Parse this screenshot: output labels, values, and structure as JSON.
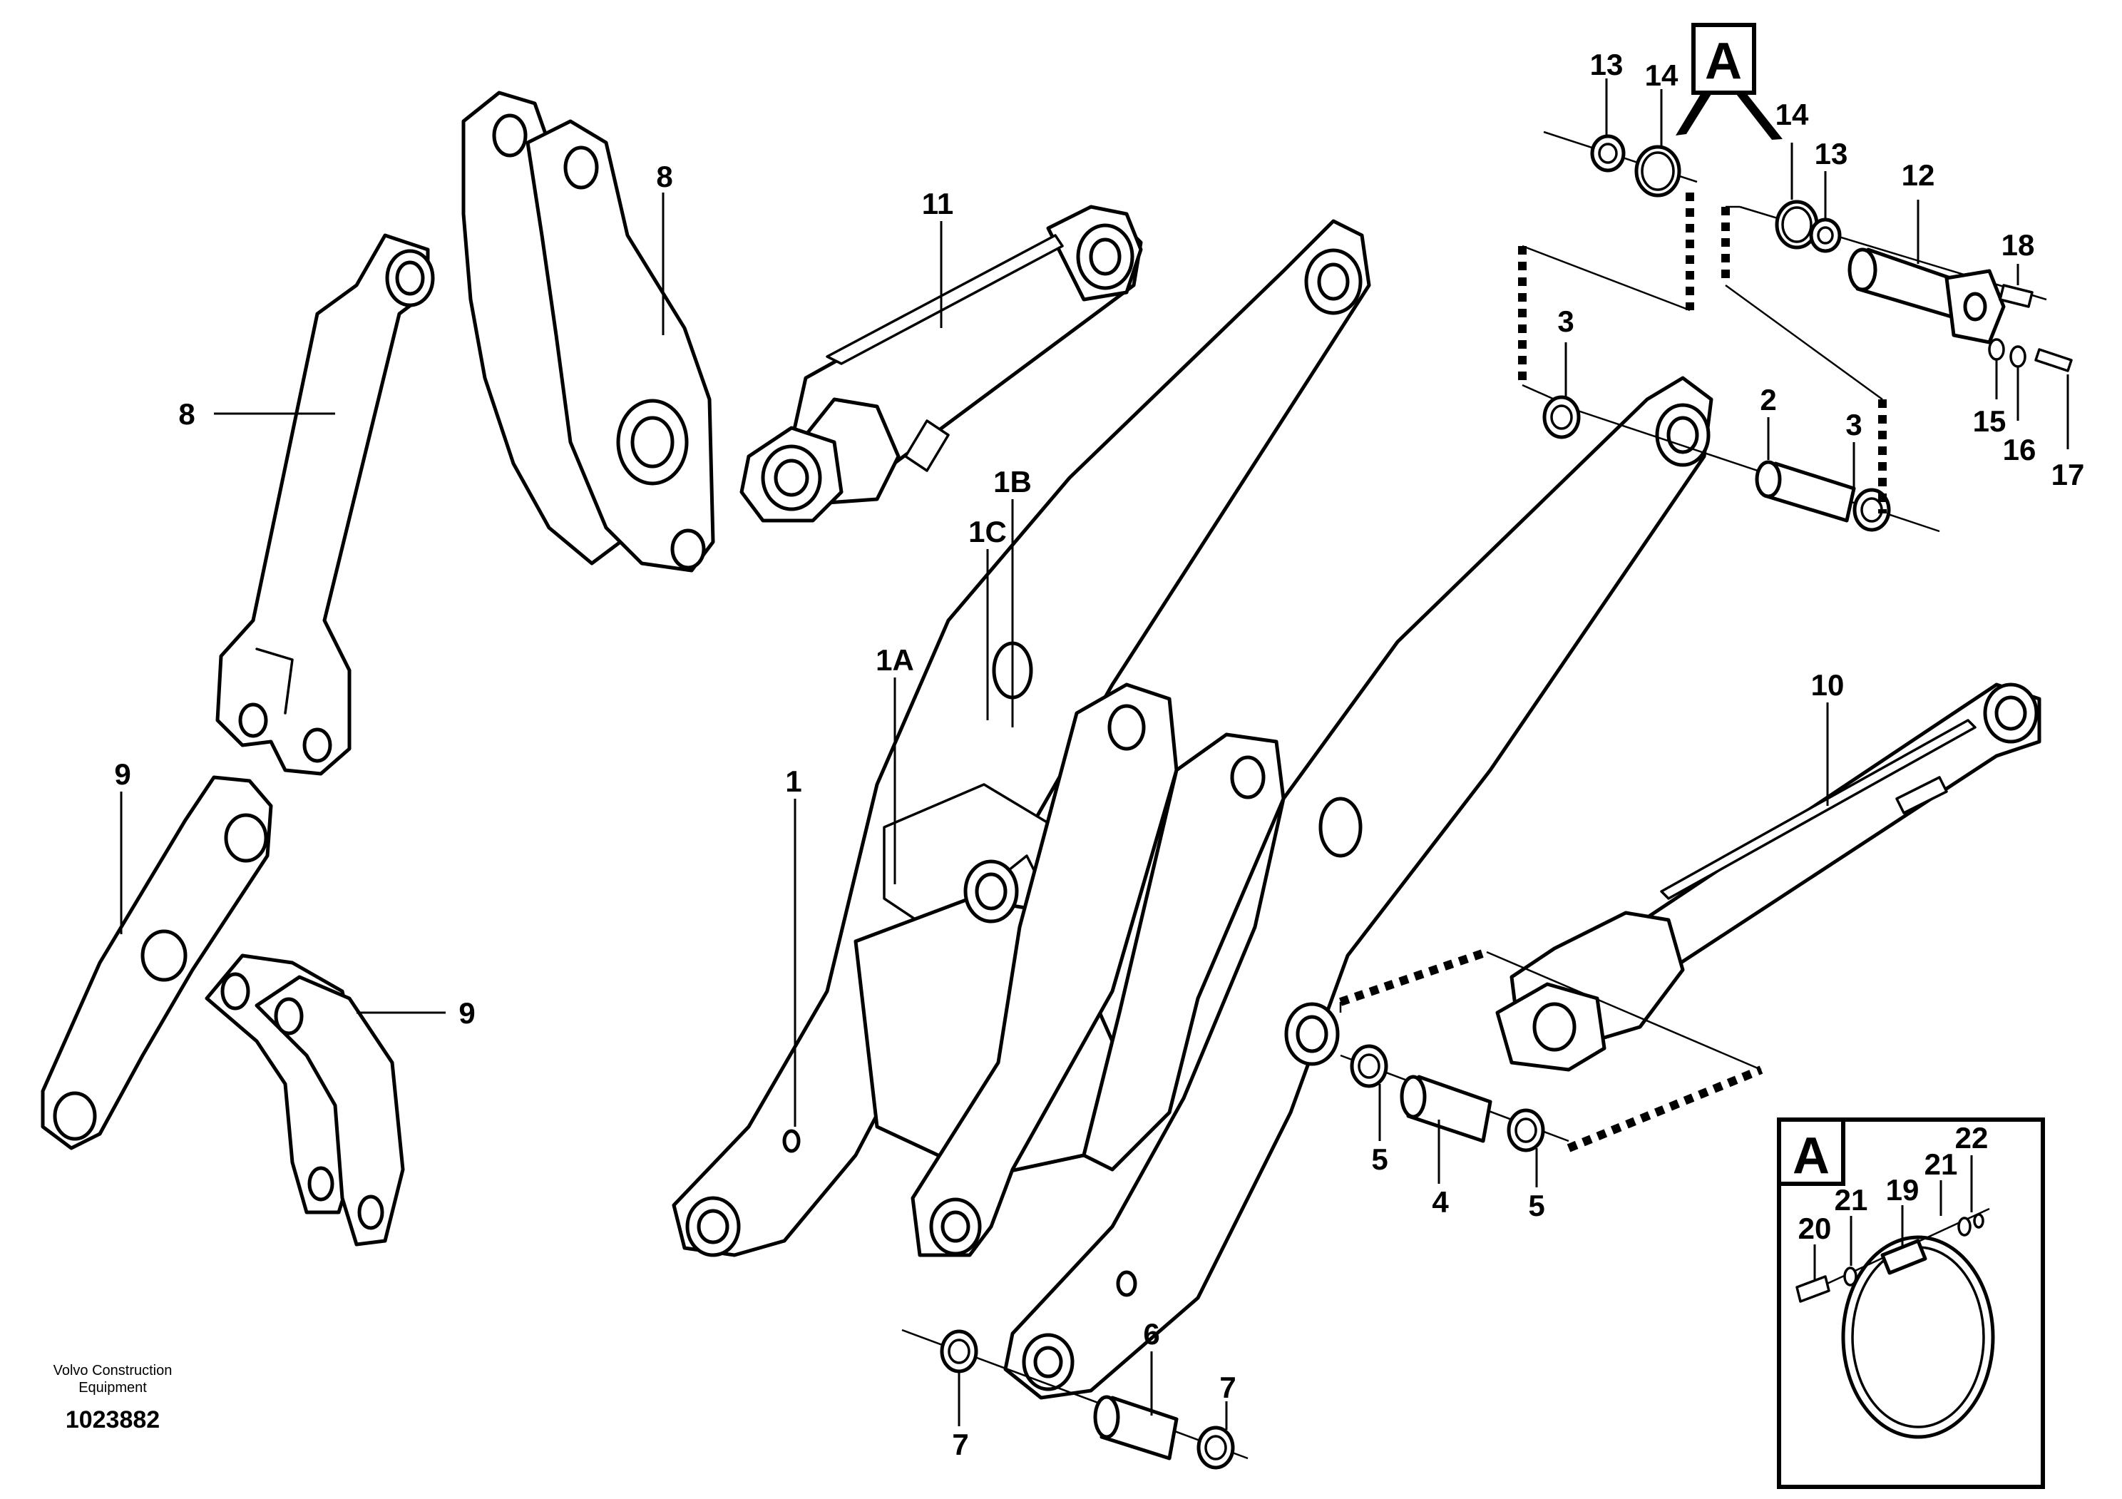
{
  "callouts": {
    "c13a": "13",
    "c14a": "14",
    "c14b": "14",
    "c13b": "13",
    "c12": "12",
    "c18": "18",
    "c3a": "3",
    "c2": "2",
    "c3b": "3",
    "c15": "15",
    "c16": "16",
    "c17": "17",
    "c8a": "8",
    "c8b": "8",
    "c11": "11",
    "c1B": "1B",
    "c1C": "1C",
    "c1A": "1A",
    "c1": "1",
    "c9a": "9",
    "c9b": "9",
    "c10": "10",
    "c5a": "5",
    "c4": "4",
    "c5b": "5",
    "c6": "6",
    "c7a": "7",
    "c7b": "7",
    "c22": "22",
    "c21a": "21",
    "c21b": "21",
    "c19": "19",
    "c20": "20"
  },
  "detail_badge": "A",
  "inset_badge": "A",
  "caption_line1": "Volvo Construction",
  "caption_line2": "Equipment",
  "document_number": "1023882"
}
